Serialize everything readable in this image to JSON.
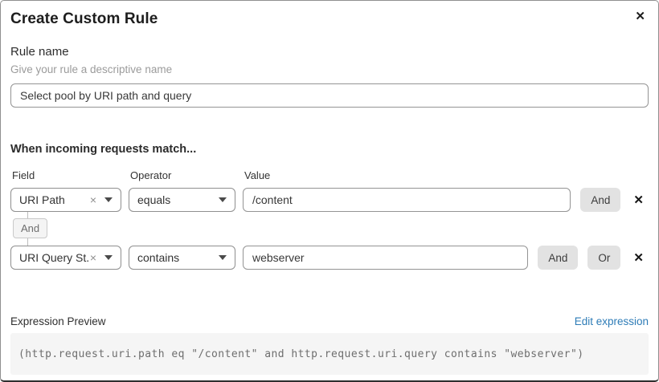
{
  "dialog": {
    "title": "Create Custom Rule"
  },
  "icons": {
    "close": "✕",
    "remove_condition": "✕",
    "clear_selection": "×"
  },
  "rule_name": {
    "label": "Rule name",
    "hint": "Give your rule a descriptive name",
    "value": "Select pool by URI path and query"
  },
  "match": {
    "heading": "When incoming requests match...",
    "columns": {
      "field": "Field",
      "operator": "Operator",
      "value": "Value"
    },
    "connector_label": "And",
    "rows": [
      {
        "field": "URI Path",
        "operator": "equals",
        "value": "/content",
        "buttons": [
          "And"
        ]
      },
      {
        "field": "URI Query St...",
        "operator": "contains",
        "value": "webserver",
        "buttons": [
          "And",
          "Or"
        ]
      }
    ]
  },
  "expression": {
    "label": "Expression Preview",
    "edit_link": "Edit expression",
    "code": "(http.request.uri.path eq \"/content\" and http.request.uri.query contains \"webserver\")"
  },
  "colors": {
    "link_blue": "#2e7cb7",
    "logic_button_bg": "#e2e2e2",
    "code_bg": "#f5f5f5"
  }
}
